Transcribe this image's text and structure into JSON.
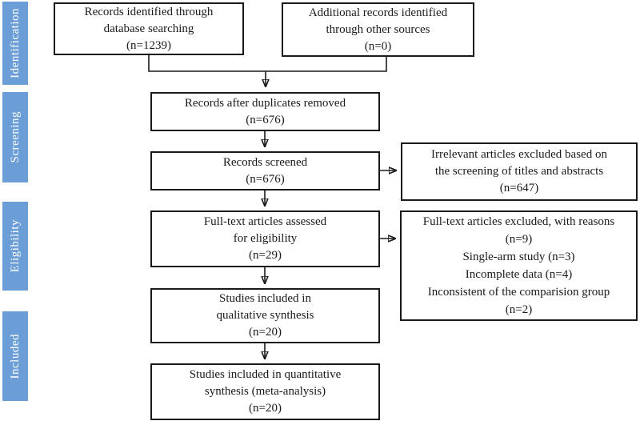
{
  "colors": {
    "stage_blue": "#6b9ed6",
    "box_border": "#1a1a1a",
    "text": "#1a1a1a",
    "stage_text": "#ffffff"
  },
  "stages": [
    {
      "label": "Identification"
    },
    {
      "label": "Screening"
    },
    {
      "label": "Eligibility"
    },
    {
      "label": "Included"
    }
  ],
  "boxes": {
    "identified_database": {
      "text": "Records identified through\ndatabase searching\n(n=1239)"
    },
    "additional_sources": {
      "text": "Additional records identified\nthrough other sources\n(n=0)"
    },
    "duplicates_removed": {
      "text": "Records after duplicates removed\n(n=676)"
    },
    "records_screened": {
      "text": "Records screened\n(n=676)"
    },
    "irrelevant_excluded": {
      "text": "Irrelevant articles excluded based on\nthe screening of titles and abstracts\n(n=647)"
    },
    "fulltext_assessed": {
      "text": "Full-text articles assessed\nfor eligibility\n(n=29)"
    },
    "fulltext_excluded": {
      "text": "Full-text articles excluded, with reasons\n(n=9)\nSingle-arm study (n=3)\nIncomplete data (n=4)\nInconsistent of the comparision group\n(n=2)"
    },
    "qualitative_synthesis": {
      "text": "Studies included in\nqualitative synthesis\n(n=20)"
    },
    "quantitative_synthesis": {
      "text": "Studies included in quantitative\nsynthesis (meta-analysis)\n(n=20)"
    }
  }
}
